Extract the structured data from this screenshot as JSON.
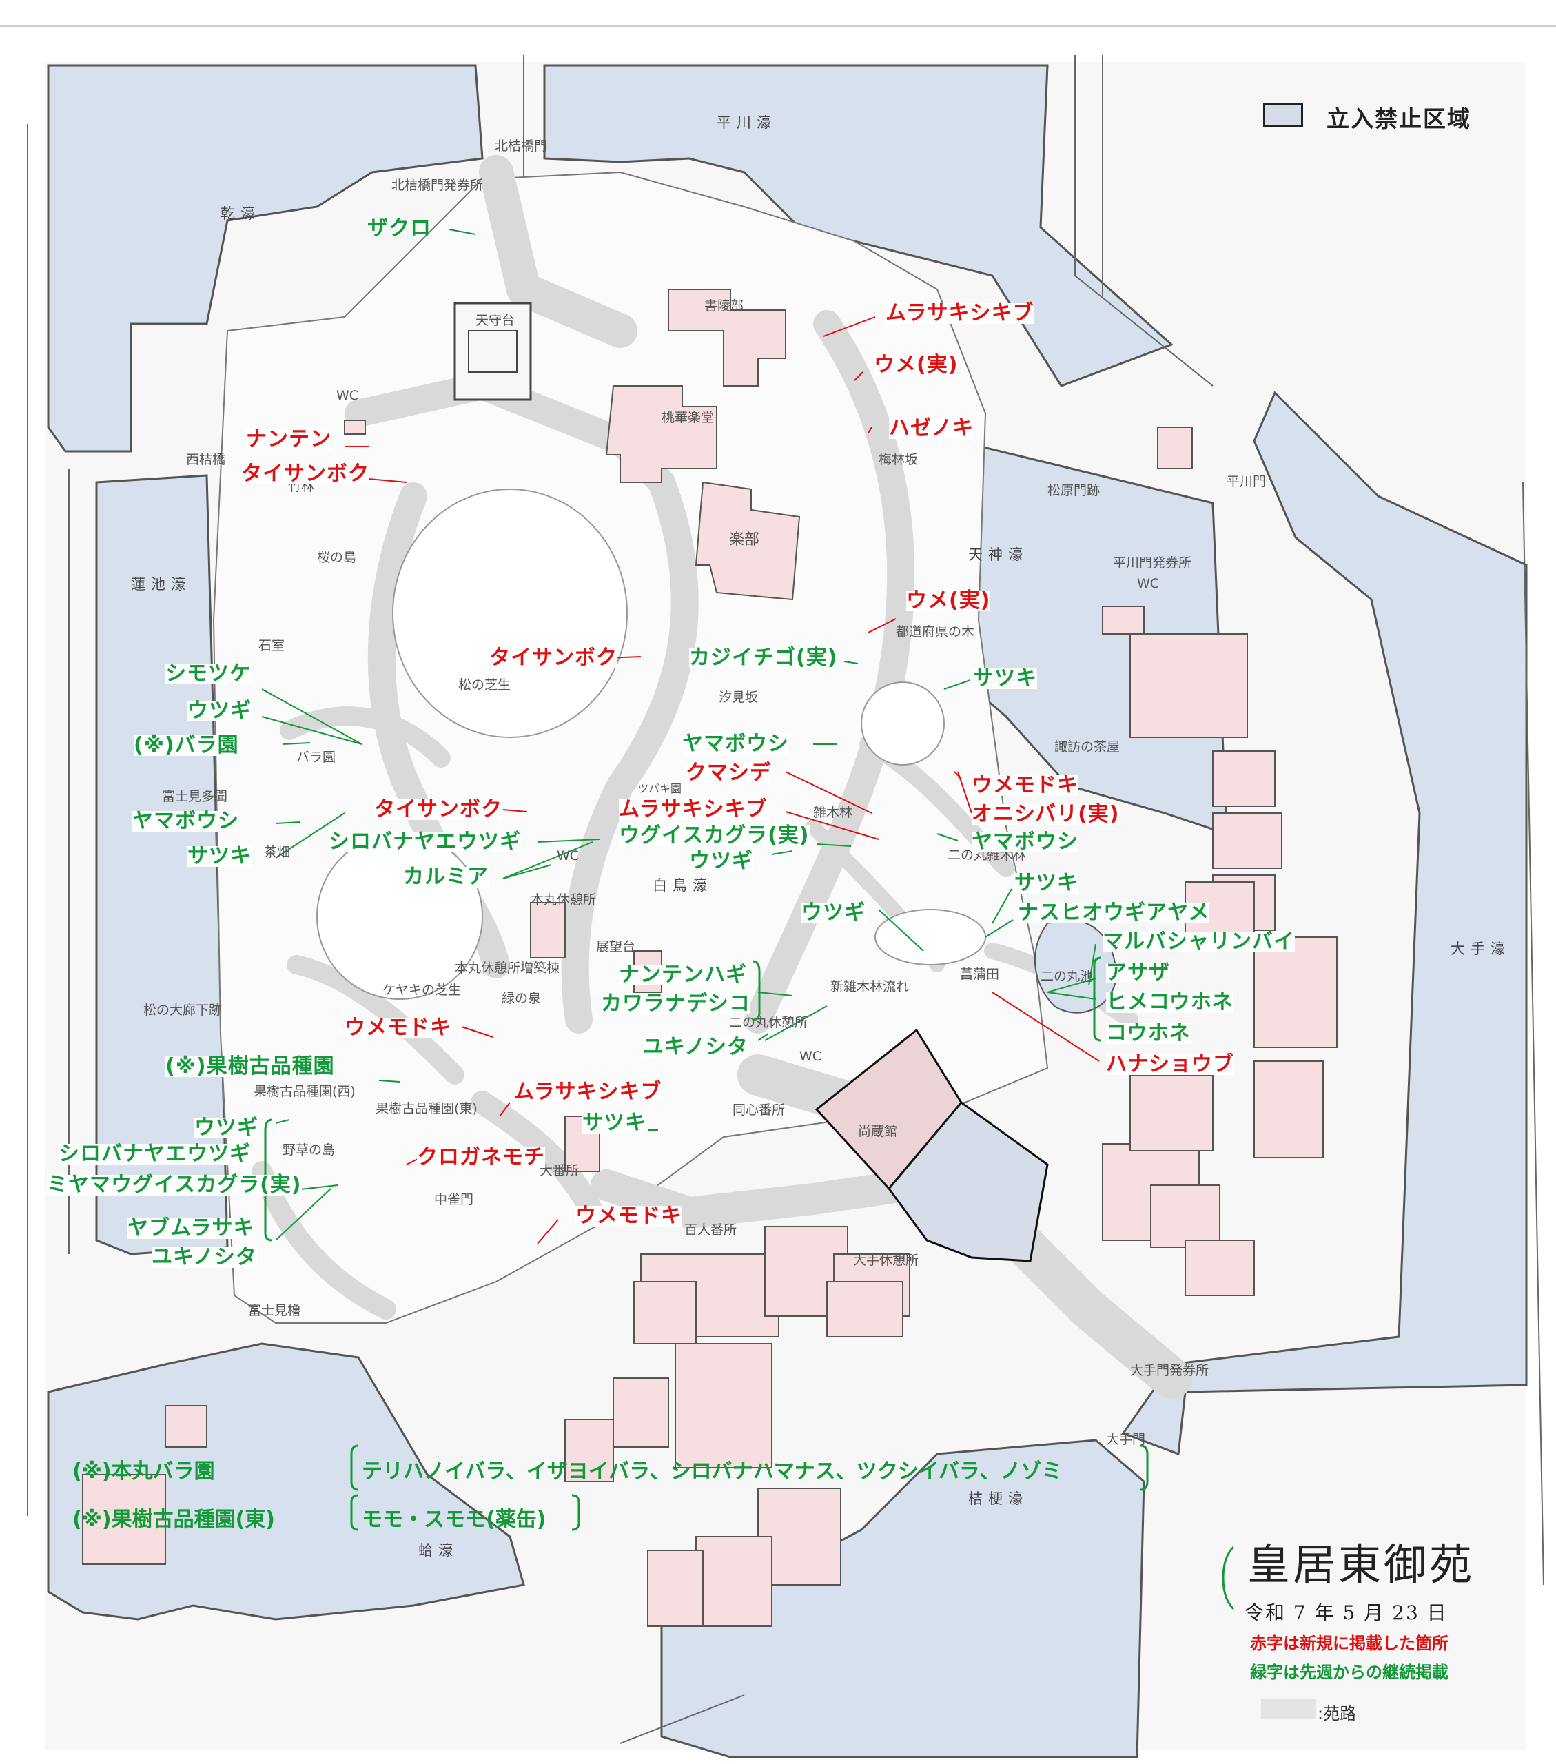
{
  "legend": {
    "restricted_label": "立入禁止区域",
    "path_label": ":苑路",
    "restricted_color": "#d6dde8",
    "path_color": "#e4e4e4"
  },
  "title": "皇居東御苑",
  "date": "令和 7 年 5 月 23 日",
  "note_red": "赤字は新規に掲載した箇所",
  "note_green": "緑字は先週からの継続掲載",
  "colors": {
    "new": "#e01010",
    "continuing": "#119a37",
    "moat": "#d7e0ed",
    "building": "#f7dfe1",
    "path": "#d9d9d9"
  },
  "moats": [
    "平川濠",
    "乾濠",
    "蓮池濠",
    "天神濠",
    "白鳥濠",
    "大手濠",
    "桔梗濠",
    "蛤濠"
  ],
  "places": [
    "北桔橋門",
    "北桔橋門発券所",
    "天守台",
    "書陵部",
    "桃華楽堂",
    "楽部",
    "梅林坂",
    "松原門跡",
    "平川門",
    "平川門発券所",
    "WC",
    "西桔橋",
    "竹林",
    "桜の島",
    "石室",
    "松の芝生",
    "都道府県の木",
    "汐見坂",
    "諏訪の茶屋",
    "ツバキ園",
    "雑木林",
    "バラ園",
    "富士見多聞",
    "茶畑",
    "本丸休憩所",
    "展望台",
    "二の丸雑木林",
    "本丸休憩所増築棟",
    "ケヤキの芝生",
    "緑の泉",
    "松の大廊下跡",
    "新雑木林流れ",
    "菖蒲田",
    "二の丸池",
    "二の丸休憩所",
    "果樹古品種園(西)",
    "果樹古品種園(東)",
    "野草の島",
    "中雀門",
    "同心番所",
    "尚蔵館",
    "大番所",
    "百人番所",
    "大手休憩所",
    "富士見櫓",
    "大手門発券所",
    "大手門"
  ],
  "plants": [
    "ザクロ",
    "ムラサキシキブ",
    "ウメ(実)",
    "ハゼノキ",
    "ナンテン",
    "タイサンボク",
    "ウメ(実)",
    "タイサンボク",
    "カジイチゴ(実)",
    "サツキ",
    "シモツケ",
    "ウツギ",
    "(※)バラ園",
    "ヤマボウシ",
    "クマシデ",
    "ウメモドキ",
    "オニシバリ(実)",
    "タイサンボク",
    "ムラサキシキブ",
    "ヤマボウシ",
    "ウグイスカグラ(実)",
    "シロバナヤエウツギ",
    "ヤマボウシ",
    "サツキ",
    "ウツギ",
    "カルミア",
    "サツキ",
    "ナスヒオウギアヤメ",
    "ウツギ",
    "マルバシャリンバイ",
    "アサザ",
    "ナンテンハギ",
    "カワラナデシコ",
    "ヒメコウホネ",
    "コウホネ",
    "ウメモドキ",
    "ユキノシタ",
    "ハナショウブ",
    "(※)果樹古品種園",
    "ムラサキシキブ",
    "ウツギ",
    "サツキ",
    "シロバナヤエウツギ",
    "クロガネモチ",
    "ミヤマウグイスカグラ(実)",
    "ウメモドキ",
    "ヤブムラサキ",
    "ユキノシタ"
  ],
  "rose_notes": [
    {
      "head": "(※)本丸バラ園",
      "body": "テリハノイバラ、イザヨイバラ、シロバナハマナス、ツクシイバラ、ノゾミ"
    },
    {
      "head": "(※)果樹古品種園(東)",
      "body": "モモ・スモモ(薬缶)"
    }
  ]
}
